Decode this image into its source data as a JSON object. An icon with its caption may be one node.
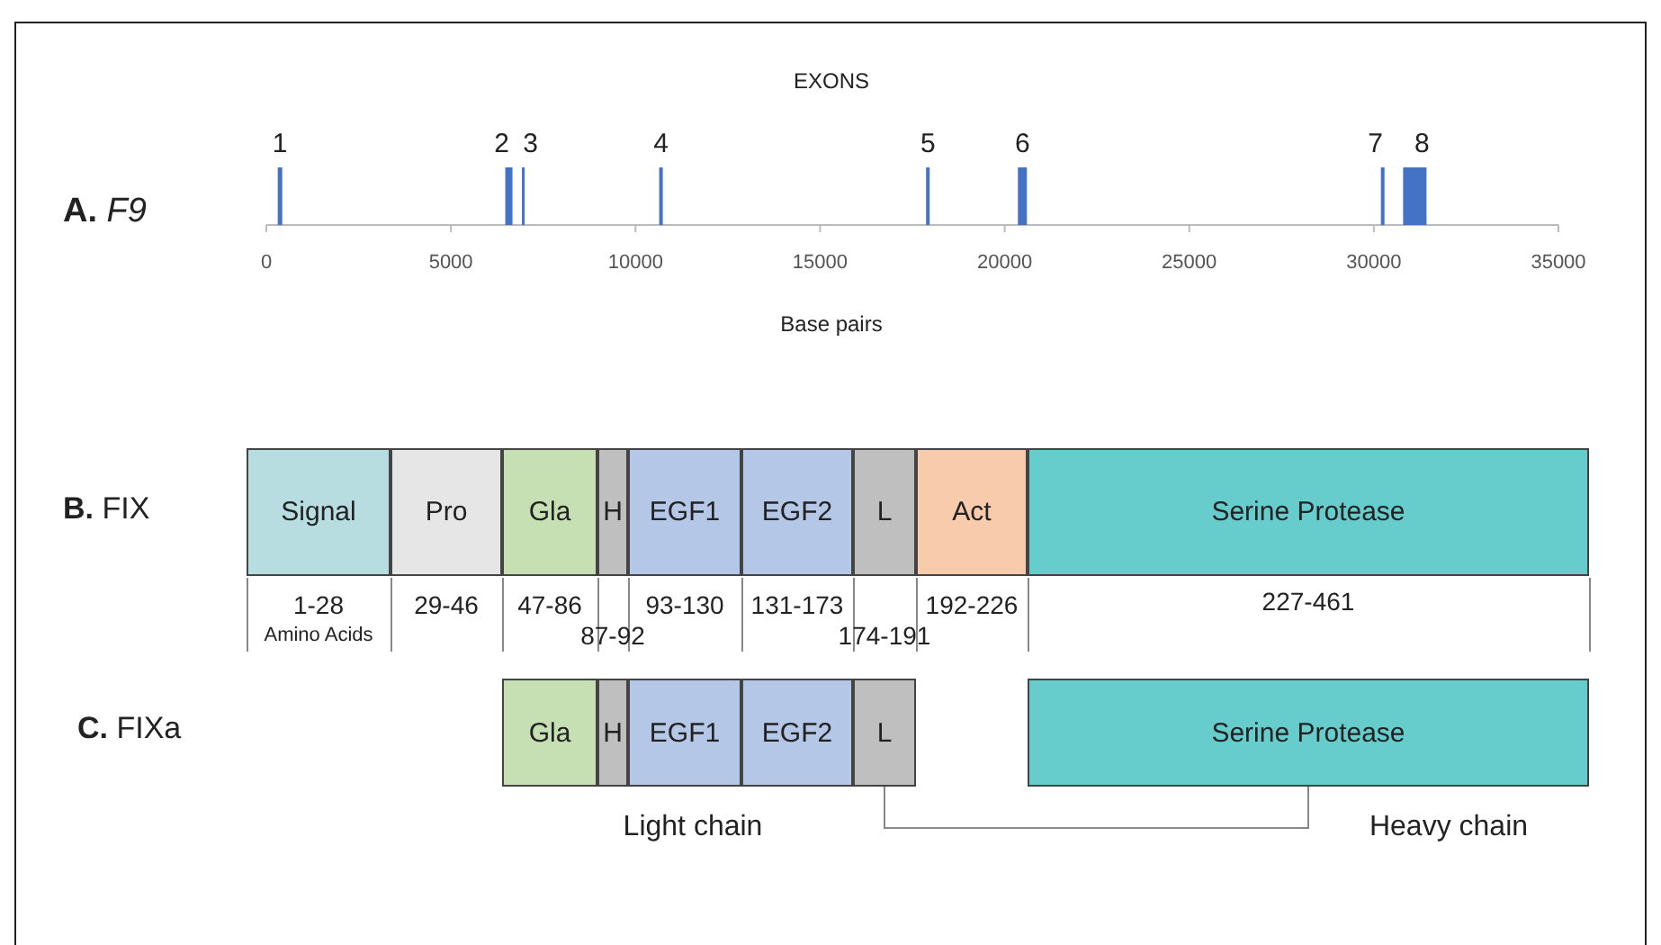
{
  "diagram": {
    "nodes": [
      {
        "text": [
          "Signal"
        ],
        "beside": [
          "1-28"
        ]
      },
      {
        "text": [
          "Pro"
        ],
        "beside": [
          "29-46"
        ]
      },
      {
        "text": [
          "Gla"
        ],
        "beside": [
          "47-86"
        ]
      },
      {
        "text": [
          "H"
        ],
        "beside": [
          "87-92"
        ]
      },
      {
        "text": [
          "EGF1"
        ],
        "beside": [
          "93-130"
        ]
      },
      {
        "text": [
          "EGF2"
        ],
        "beside": [
          "131-173"
        ]
      },
      {
        "text": [
          "L"
        ],
        "beside": [
          "174-191"
        ]
      },
      {
        "text": [
          "Act"
        ],
        "beside": [
          "192-226"
        ]
      },
      {
        "text": [
          "Serine Protease"
        ],
        "beside": [
          "227-461"
        ]
      },
      {
        "text": [
          "Gla"
        ]
      },
      {
        "text": [
          "H"
        ]
      },
      {
        "text": [
          "EGF1"
        ]
      },
      {
        "text": [
          "EGF2"
        ]
      },
      {
        "text": [
          "L"
        ]
      },
      {
        "text": [
          "Serine Protease"
        ]
      }
    ],
    "edges": [
      {
        "from": 13,
        "to": 14,
        "arrow": "none"
      }
    ],
    "labels": [
      "EXONS",
      "1",
      "2",
      "3",
      "4",
      "5",
      "6",
      "7",
      "8",
      "**A.** *F9*",
      "0",
      "5000",
      "10000",
      "15000",
      "20000",
      "25000",
      "30000",
      "35000",
      "Base pairs",
      "**B.** FIX",
      "Amino Acids",
      "**C.** FIXa",
      "Light chain",
      "Heavy chain"
    ]
  }
}
